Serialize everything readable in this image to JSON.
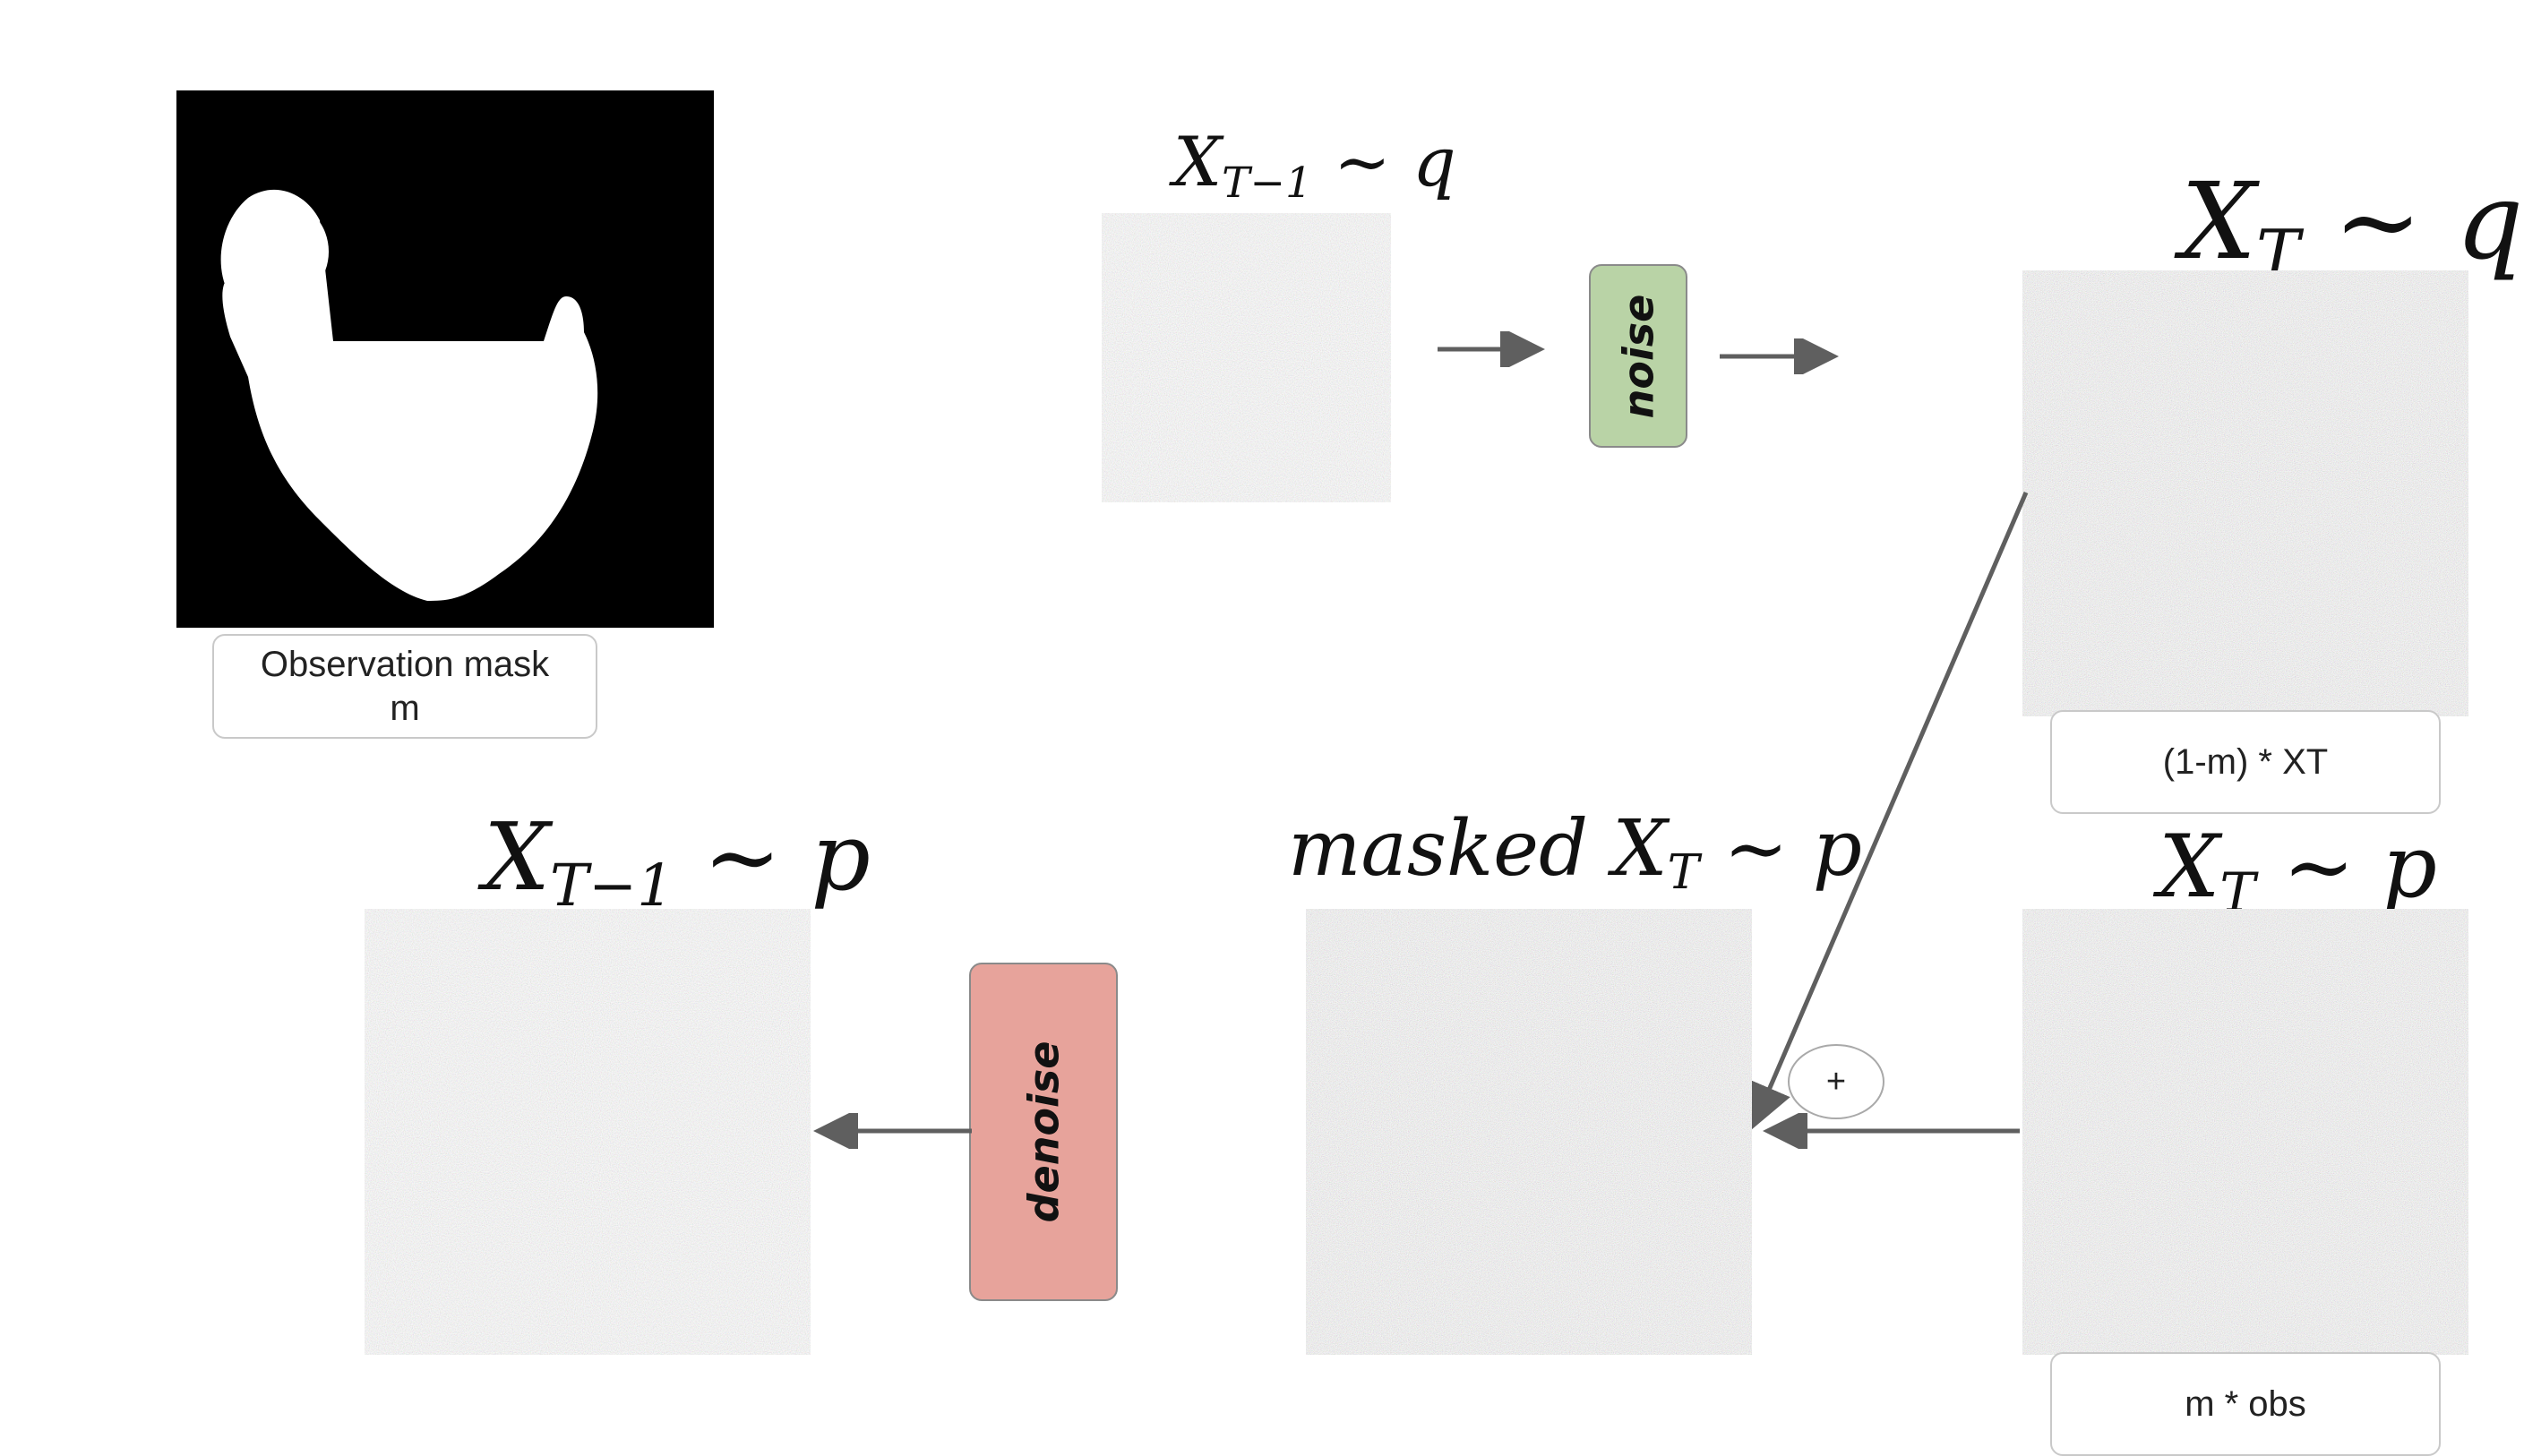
{
  "labels": {
    "observation_mask_line1": "Observation mask",
    "observation_mask_line2": "m",
    "xt_q_box": "(1-m) * XT",
    "xt_p_box": "m * obs"
  },
  "operations": {
    "noise": "noise",
    "denoise": "denoise",
    "plus": "+"
  },
  "math": {
    "x_tm1_q": {
      "var": "X",
      "sub": "T−1",
      "rel": "∼ q"
    },
    "x_t_q": {
      "var": "X",
      "sub": "T",
      "rel": "∼ q"
    },
    "masked_x_t_p": {
      "prefix": "masked ",
      "var": "X",
      "sub": "T",
      "rel": "∼ p"
    },
    "x_t_p": {
      "var": "X",
      "sub": "T",
      "rel": "∼ p"
    },
    "x_tm1_p": {
      "var": "X",
      "sub": "T−1",
      "rel": "∼ p"
    }
  },
  "colors": {
    "noise_box": "#b9d3a6",
    "denoise_box": "#e7a39b",
    "arrow": "#5f5f5f",
    "mask_blue": "#4a4fe0",
    "masked_orange": "#ee7457"
  }
}
